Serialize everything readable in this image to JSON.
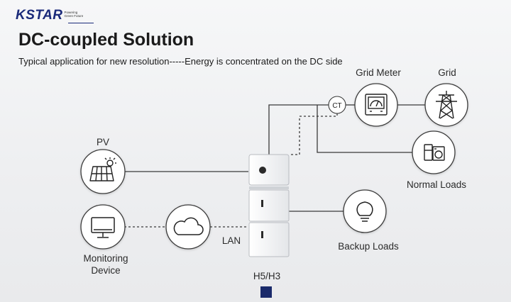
{
  "brand": {
    "logo_text": "KSTAR",
    "tagline": [
      "Powering",
      "Green Future"
    ]
  },
  "title": "DC-coupled Solution",
  "subtitle": "Typical application for new resolution-----Energy is concentrated on the DC side",
  "nodes": {
    "pv": "PV",
    "monitoring_line1": "Monitoring",
    "monitoring_line2": "Device",
    "lan": "LAN",
    "inverter": "H5/H3",
    "ct": "CT",
    "grid_meter": "Grid Meter",
    "grid": "Grid",
    "normal_loads": "Normal Loads",
    "backup_loads": "Backup Loads"
  },
  "colors": {
    "brand": "#1a2a7a",
    "line": "#3a3a3a",
    "marker": "#1a2a6a"
  }
}
